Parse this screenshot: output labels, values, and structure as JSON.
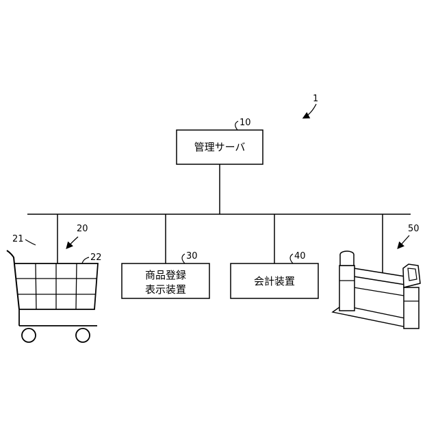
{
  "system": {
    "ref": "1"
  },
  "server": {
    "ref": "10",
    "label": "管理サーバ"
  },
  "cart": {
    "ref": "20",
    "handle_ref": "21",
    "basket_ref": "22"
  },
  "product_registration": {
    "ref": "30",
    "label_line1": "商品登録",
    "label_line2": "表示装置"
  },
  "checkout": {
    "ref": "40",
    "label": "会計装置"
  },
  "gate": {
    "ref": "50"
  }
}
